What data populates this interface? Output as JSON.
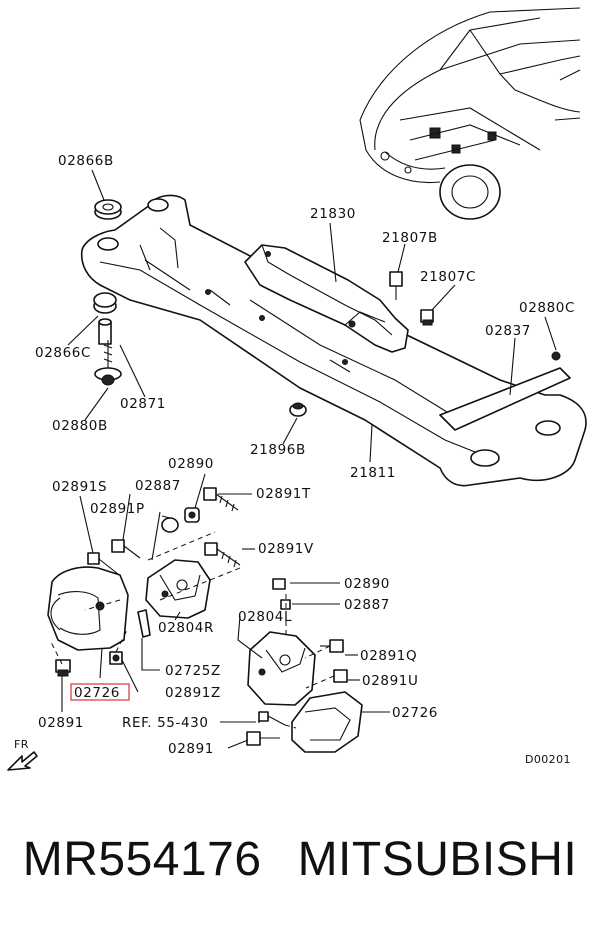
{
  "labels": {
    "l_02866B": "02866B",
    "l_02866C": "02866C",
    "l_02880B": "02880B",
    "l_02871": "02871",
    "l_21830": "21830",
    "l_21807B": "21807B",
    "l_21807C": "21807C",
    "l_02880C": "02880C",
    "l_02837": "02837",
    "l_21896B": "21896B",
    "l_21811": "21811",
    "l_02891S": "02891S",
    "l_02890_a": "02890",
    "l_02887_a": "02887",
    "l_02891T": "02891T",
    "l_02891P": "02891P",
    "l_02891V": "02891V",
    "l_02804R": "02804R",
    "l_02725Z": "02725Z",
    "l_02891Z": "02891Z",
    "l_02726_a": "02726",
    "l_02891_a": "02891",
    "l_02890_b": "02890",
    "l_02887_b": "02887",
    "l_02804L": "02804L",
    "l_02891Q": "02891Q",
    "l_02891U": "02891U",
    "l_02726_b": "02726",
    "l_ref": "REF. 55-430",
    "l_02891_b": "02891",
    "l_fr": "FR",
    "l_code": "D00201"
  },
  "caption": {
    "part_number": "MR554176",
    "brand": "MITSUBISHI"
  },
  "highlight_color": "#e05050"
}
